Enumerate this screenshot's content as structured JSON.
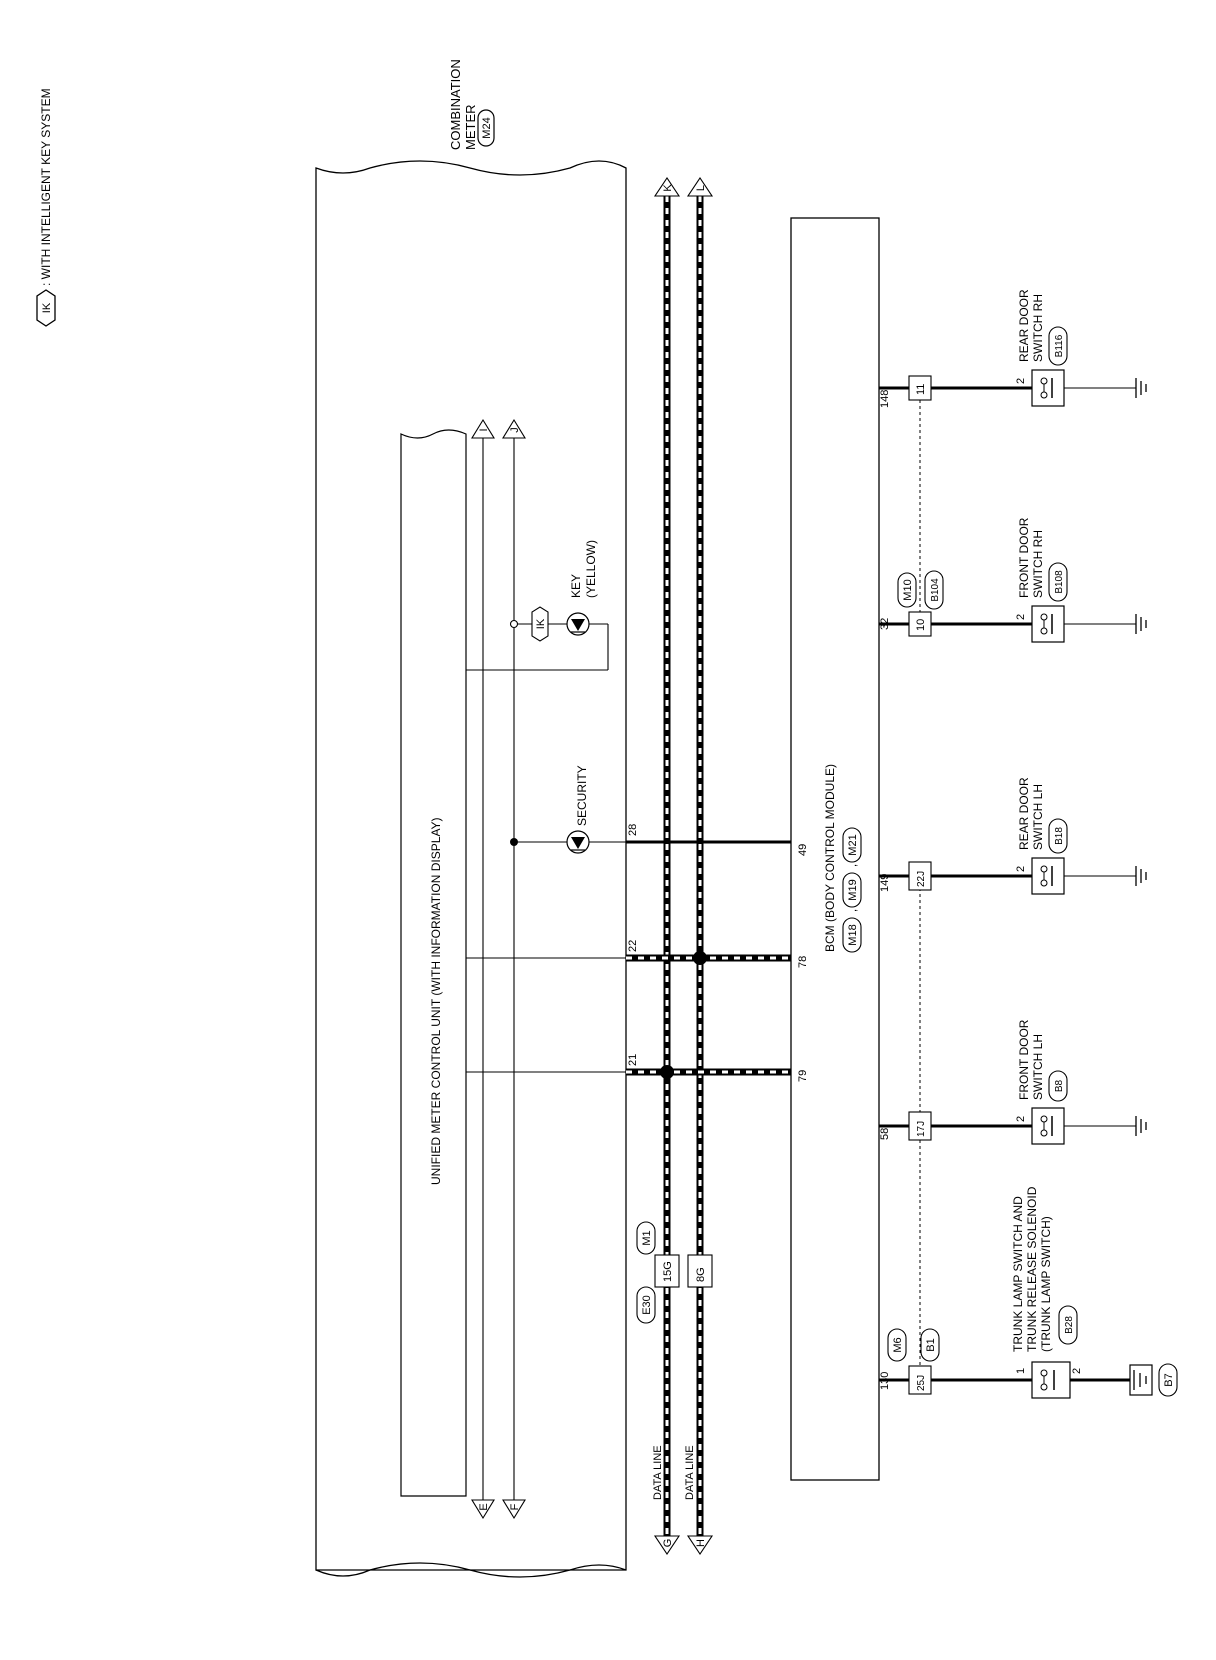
{
  "legend": {
    "tag": "IK",
    "text": ": WITH INTELLIGENT KEY SYSTEM"
  },
  "combination_meter": {
    "line1": "COMBINATION",
    "line2": "METER",
    "connector": "M24"
  },
  "unified_meter": {
    "label": "UNIFIED METER CONTROL UNIT (WITH INFORMATION DISPLAY)"
  },
  "indicators": {
    "security": "SECURITY",
    "key_line1": "KEY",
    "key_line2": "(YELLOW)",
    "ik_tag": "IK"
  },
  "meter_terminals": {
    "t28": "28",
    "t22": "22",
    "t21": "21"
  },
  "bcm": {
    "label": "BCM (BODY CONTROL MODULE)",
    "connectors": [
      "M18",
      "M19",
      "M21"
    ],
    "terminals": {
      "t49": "49",
      "t78": "78",
      "t79": "79"
    }
  },
  "data_lines": {
    "line1": "DATA LINE",
    "line2": "DATA LINE"
  },
  "joint_connector": {
    "pin1": "15G",
    "pin2": "8G",
    "tag1": "M1",
    "tag2": "E30"
  },
  "offpage": {
    "I": "I",
    "J": "J",
    "K": "K",
    "L": "L",
    "E": "E",
    "F": "F",
    "G": "G",
    "H": "H"
  },
  "bcm_pins": {
    "p148": "148",
    "p32": "32",
    "p149": "149",
    "p58": "58",
    "p130": "130"
  },
  "inline_connectors": {
    "c148": "11",
    "c32": "10",
    "c149": "22J",
    "c58": "17J",
    "c130": "25J",
    "tag_m10": "M10",
    "tag_b104": "B104",
    "tag_m6": "M6",
    "tag_b1": "B1"
  },
  "switches": {
    "rear_rh": {
      "line1": "REAR DOOR",
      "line2": "SWITCH RH",
      "connector": "B116",
      "pin": "2"
    },
    "front_rh": {
      "line1": "FRONT DOOR",
      "line2": "SWITCH RH",
      "connector": "B108",
      "pin": "2"
    },
    "rear_lh": {
      "line1": "REAR DOOR",
      "line2": "SWITCH LH",
      "connector": "B18",
      "pin": "2"
    },
    "front_lh": {
      "line1": "FRONT DOOR",
      "line2": "SWITCH LH",
      "connector": "B8",
      "pin": "2"
    },
    "trunk": {
      "line1": "TRUNK LAMP SWITCH AND",
      "line2": "TRUNK RELEASE SOLENOID",
      "line3": "(TRUNK LAMP SWITCH)",
      "connector": "B28",
      "pin1": "1",
      "pin2": "2"
    }
  },
  "ground": {
    "connector": "B7"
  }
}
